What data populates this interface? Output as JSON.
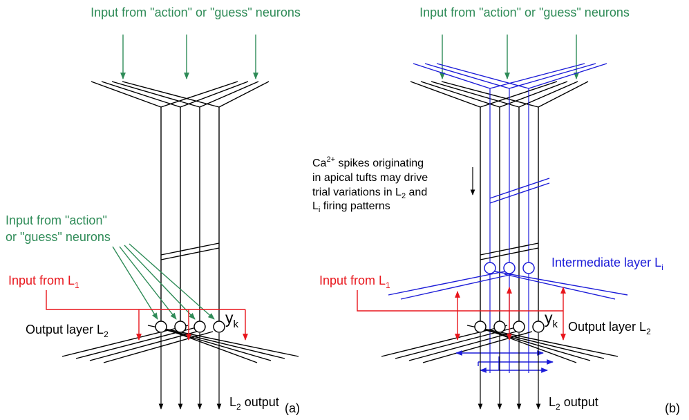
{
  "colors": {
    "black": "#000000",
    "green": "#2e8b57",
    "red": "#e8151b",
    "blue": "#1c1cd8"
  },
  "panel_a": {
    "top_input_label": "Input from \"action\" or \"guess\" neurons",
    "side_input_line1": "Input from \"action\"",
    "side_input_line2": "or \"guess\" neurons",
    "l1_input_label": "Input from L",
    "l1_input_sub": "1",
    "output_layer_label": "Output layer L",
    "output_layer_sub": "2",
    "yk_label": "y",
    "yk_sub": "k",
    "output_label": "L",
    "output_sub": "2",
    "output_suffix": " output",
    "panel_tag": "(a)"
  },
  "panel_b": {
    "top_input_label": "Input from \"action\" or \"guess\" neurons",
    "ca_line1_prefix": "Ca",
    "ca_line1_sup": "2+",
    "ca_line1_suffix": " spikes originating",
    "ca_line2": "in apical tufts may drive",
    "ca_line3_prefix": "trial variations in L",
    "ca_line3_sub": "2",
    "ca_line3_suffix": " and",
    "ca_line4_prefix": "L",
    "ca_line4_sub": "i",
    "ca_line4_suffix": " firing patterns",
    "intermediate_label": "Intermediate layer L",
    "intermediate_sub": "i",
    "l1_input_label": "Input from L",
    "l1_input_sub": "1",
    "yk_label": "y",
    "yk_sub": "k",
    "output_layer_label": "Output layer L",
    "output_layer_sub": "2",
    "output_label": "L",
    "output_sub": "2",
    "output_suffix": " output",
    "panel_tag": "(b)"
  }
}
